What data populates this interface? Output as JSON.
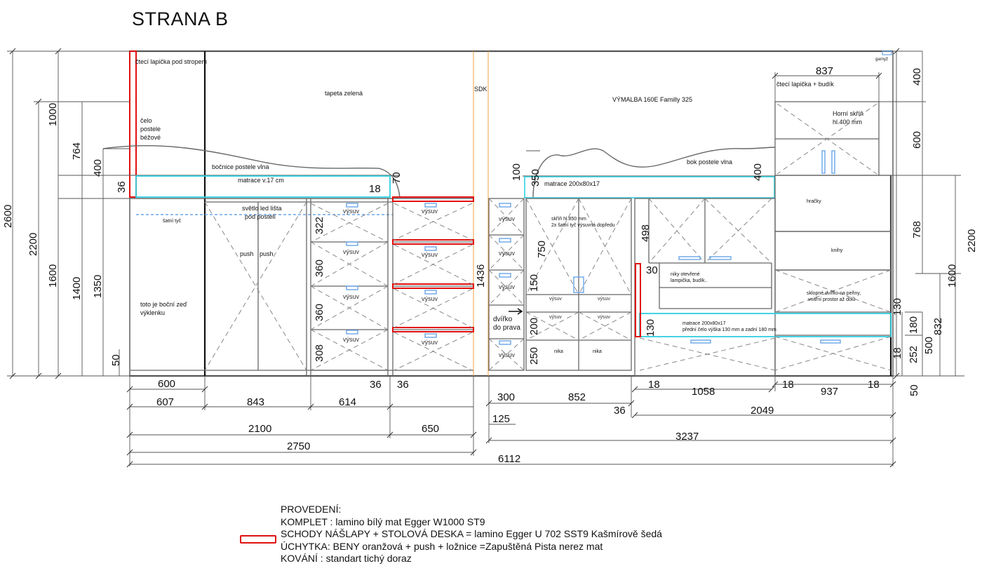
{
  "title": "STRANA B",
  "colors": {
    "line": "#555555",
    "step_red": "#e01010",
    "mattress": "#30d0e0",
    "sdk": "#f0a040",
    "handle": "#6aa6e8"
  },
  "legend": {
    "heading": "PROVEDENÍ:",
    "komplet": "KOMPLET : lamino bílý mat Egger W1000 ST9",
    "schody": "SCHODY NÁŠLAPY + STOLOVÁ DESKA = lamino Egger U 702 SST9 Kašmírově šedá",
    "uchytka": "ÚCHYTKA: BENY oranžová + push + ložnice =Zapuštěná Pista nerez mat",
    "kovani": "KOVÁNÍ : standart tichý doraz"
  },
  "notes": [
    {
      "id": "n1",
      "text": "čtecí lapička pod stropem",
      "size": 9
    },
    {
      "id": "n2",
      "text": "tapeta zelená",
      "size": 9
    },
    {
      "id": "n3",
      "text": "SDK",
      "size": 9
    },
    {
      "id": "n4",
      "text": "VÝMALBA 160E Familly 325",
      "size": 9
    },
    {
      "id": "n5",
      "text": "garnyž",
      "size": 6
    },
    {
      "id": "n6",
      "text": "čtecí lapička + budík",
      "size": 9
    },
    {
      "id": "n7",
      "text": "čelo",
      "size": 9
    },
    {
      "id": "n8",
      "text": "postele",
      "size": 9
    },
    {
      "id": "n9",
      "text": "béžové",
      "size": 9
    },
    {
      "id": "n10",
      "text": "bočnice postele vlna",
      "size": 9
    },
    {
      "id": "n11",
      "text": "matrace v.17 cm",
      "size": 9
    },
    {
      "id": "n12",
      "text": "bok postele vlna",
      "size": 9
    },
    {
      "id": "n13",
      "text": "matrace 200x80x17",
      "size": 9
    },
    {
      "id": "n14",
      "text": "Horní skříň",
      "size": 9
    },
    {
      "id": "n15",
      "text": "hl.400 mm",
      "size": 9
    },
    {
      "id": "n16",
      "text": "hračky",
      "size": 7
    },
    {
      "id": "n17",
      "text": "knihy",
      "size": 7
    },
    {
      "id": "n18",
      "text": "šatní tyč",
      "size": 7
    },
    {
      "id": "n19",
      "text": "světlo led lišta",
      "size": 9
    },
    {
      "id": "n20",
      "text": "pod postelí",
      "size": 9
    },
    {
      "id": "n21",
      "text": "push",
      "size": 9
    },
    {
      "id": "n22",
      "text": "push",
      "size": 9
    },
    {
      "id": "n23",
      "text": "toto je boční zeď",
      "size": 9
    },
    {
      "id": "n24",
      "text": "výklenku",
      "size": 9
    },
    {
      "id": "n25",
      "text": "skříň hl.850 mm",
      "size": 7
    },
    {
      "id": "n26",
      "text": "2x šatní tyč výsuvná dopředu",
      "size": 7
    },
    {
      "id": "n27",
      "text": "niky otevřené",
      "size": 7
    },
    {
      "id": "n28",
      "text": "lampička, budík..",
      "size": 7
    },
    {
      "id": "n29",
      "text": "sklopné dvířko na peřiny,",
      "size": 7
    },
    {
      "id": "n30",
      "text": "vnitřní prostor až dolů",
      "size": 7
    },
    {
      "id": "n31",
      "text": "matrace 200x80x17",
      "size": 7
    },
    {
      "id": "n32",
      "text": "přední čelo výška 130 mm a zadní 180 mm",
      "size": 7
    },
    {
      "id": "n33",
      "text": "dvířko",
      "size": 10
    },
    {
      "id": "n34",
      "text": "do prava",
      "size": 10
    },
    {
      "id": "n35",
      "text": "nika",
      "size": 7
    },
    {
      "id": "n36",
      "text": "nika",
      "size": 7
    }
  ],
  "drawer_labels": [
    {
      "id": "v1",
      "text": "výsuv"
    },
    {
      "id": "v2",
      "text": "výsuv"
    },
    {
      "id": "v3",
      "text": "výsuv"
    },
    {
      "id": "v4",
      "text": "výsuv"
    },
    {
      "id": "v5",
      "text": "výsuv"
    },
    {
      "id": "v6",
      "text": "výsuv"
    },
    {
      "id": "v7",
      "text": "výsuv"
    },
    {
      "id": "v8",
      "text": "výsuv"
    },
    {
      "id": "v9",
      "text": "výsuv"
    },
    {
      "id": "v10",
      "text": "výsuv"
    },
    {
      "id": "v11",
      "text": "výsuv"
    },
    {
      "id": "v12",
      "text": "výsuv"
    },
    {
      "id": "v13",
      "text": "výsuv"
    },
    {
      "id": "v14",
      "text": "výsuv"
    },
    {
      "id": "v15",
      "text": "výsuv"
    },
    {
      "id": "v16",
      "text": "výsuv"
    }
  ],
  "dimensions": {
    "vertical": [
      {
        "id": "d2600",
        "text": "2600"
      },
      {
        "id": "d2200l",
        "text": "2200"
      },
      {
        "id": "d1600l",
        "text": "1600"
      },
      {
        "id": "d1000",
        "text": "1000"
      },
      {
        "id": "d1400",
        "text": "1400"
      },
      {
        "id": "d764",
        "text": "764"
      },
      {
        "id": "d1350",
        "text": "1350"
      },
      {
        "id": "d400a",
        "text": "400"
      },
      {
        "id": "d36v",
        "text": "36"
      },
      {
        "id": "d50v",
        "text": "50"
      },
      {
        "id": "d70",
        "text": "70"
      },
      {
        "id": "d322",
        "text": "322"
      },
      {
        "id": "d360a",
        "text": "360"
      },
      {
        "id": "d360b",
        "text": "360"
      },
      {
        "id": "d308",
        "text": "308"
      },
      {
        "id": "d1436",
        "text": "1436"
      },
      {
        "id": "d100",
        "text": "100"
      },
      {
        "id": "d350",
        "text": "350"
      },
      {
        "id": "d750",
        "text": "750"
      },
      {
        "id": "d150",
        "text": "150"
      },
      {
        "id": "d200",
        "text": "200"
      },
      {
        "id": "d250",
        "text": "250"
      },
      {
        "id": "d498",
        "text": "498"
      },
      {
        "id": "d130a",
        "text": "130"
      },
      {
        "id": "d400b",
        "text": "400"
      },
      {
        "id": "d400c",
        "text": "400"
      },
      {
        "id": "d600v",
        "text": "600"
      },
      {
        "id": "d768",
        "text": "768"
      },
      {
        "id": "d130b",
        "text": "130"
      },
      {
        "id": "d180",
        "text": "180"
      },
      {
        "id": "d18v",
        "text": "18"
      },
      {
        "id": "d252",
        "text": "252"
      },
      {
        "id": "d500",
        "text": "500"
      },
      {
        "id": "d832",
        "text": "832"
      },
      {
        "id": "d1600r",
        "text": "1600"
      },
      {
        "id": "d2200r",
        "text": "2200"
      },
      {
        "id": "d50r",
        "text": "50"
      }
    ],
    "horizontal": [
      {
        "id": "h18a",
        "text": "18"
      },
      {
        "id": "h30",
        "text": "30"
      },
      {
        "id": "h837",
        "text": "837"
      },
      {
        "id": "h600",
        "text": "600"
      },
      {
        "id": "h36a",
        "text": "36"
      },
      {
        "id": "h36b",
        "text": "36"
      },
      {
        "id": "h607",
        "text": "607"
      },
      {
        "id": "h843",
        "text": "843"
      },
      {
        "id": "h614",
        "text": "614"
      },
      {
        "id": "h2100",
        "text": "2100"
      },
      {
        "id": "h650",
        "text": "650"
      },
      {
        "id": "h2750",
        "text": "2750"
      },
      {
        "id": "h6112",
        "text": "6112"
      },
      {
        "id": "h300",
        "text": "300"
      },
      {
        "id": "h852",
        "text": "852"
      },
      {
        "id": "h125",
        "text": "125"
      },
      {
        "id": "h36c",
        "text": "36"
      },
      {
        "id": "h18b",
        "text": "18"
      },
      {
        "id": "h1058",
        "text": "1058"
      },
      {
        "id": "h18c",
        "text": "18"
      },
      {
        "id": "h937",
        "text": "937"
      },
      {
        "id": "h18d",
        "text": "18"
      },
      {
        "id": "h2049",
        "text": "2049"
      },
      {
        "id": "h3237",
        "text": "3237"
      }
    ]
  }
}
